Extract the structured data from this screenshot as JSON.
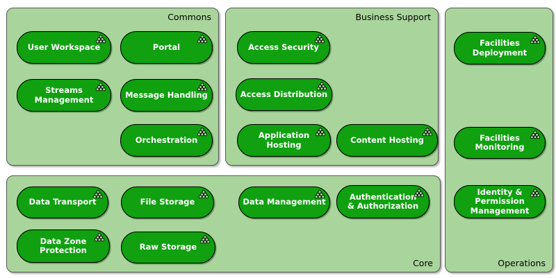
{
  "colors": {
    "page_bg": "#ffffff",
    "group_fill": "#a9d59c",
    "group_border": "#565656",
    "box_fill": "#10a010",
    "box_border": "#000000",
    "box_text": "#ffffff",
    "group_label_text": "#000000",
    "icon_ball_fill": "#a6d79a",
    "icon_ball_stroke": "#000000"
  },
  "icon": {
    "name": "service-cluster-icon",
    "shape": "pyramid stack of six balls"
  },
  "groups": {
    "commons": {
      "label": "Commons",
      "label_position": "top-right",
      "boxes": [
        {
          "label": "User Workspace"
        },
        {
          "label": "Portal"
        },
        {
          "label": "Streams\nManagement"
        },
        {
          "label": "Message Handling"
        },
        {
          "label": "Orchestration"
        }
      ]
    },
    "business_support": {
      "label": "Business Support",
      "label_position": "top-right",
      "boxes": [
        {
          "label": "Access Security"
        },
        {
          "label": "Access Distribution"
        },
        {
          "label": "Application\nHosting"
        },
        {
          "label": "Content Hosting"
        }
      ]
    },
    "core": {
      "label": "Core",
      "label_position": "bottom-right",
      "boxes": [
        {
          "label": "Data Transport"
        },
        {
          "label": "File Storage"
        },
        {
          "label": "Data Management"
        },
        {
          "label": "Authentication\n& Authorization"
        },
        {
          "label": "Data Zone\nProtection"
        },
        {
          "label": "Raw Storage"
        }
      ]
    },
    "operations": {
      "label": "Operations",
      "label_position": "bottom-right",
      "boxes": [
        {
          "label": "Facilities\nDeployment"
        },
        {
          "label": "Facilities\nMonitoring"
        },
        {
          "label": "Identity &\nPermission\nManagement"
        }
      ]
    }
  }
}
